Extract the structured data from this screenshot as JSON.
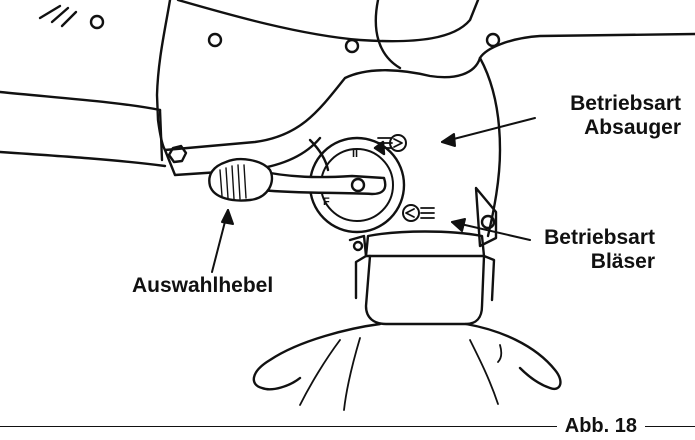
{
  "figure": {
    "labels": {
      "absauger_line1": "Betriebsart",
      "absauger_line2": "Absauger",
      "blaeser_line1": "Betriebsart",
      "blaeser_line2": "Bläser",
      "hebel": "Auswahlhebel"
    },
    "dial_marks": [
      "II",
      "F"
    ],
    "caption": "Abb. 18"
  },
  "colors": {
    "line": "#111111",
    "background": "#ffffff"
  },
  "icons": [
    "suction-mode-icon",
    "blower-mode-icon",
    "selector-lever-icon"
  ]
}
